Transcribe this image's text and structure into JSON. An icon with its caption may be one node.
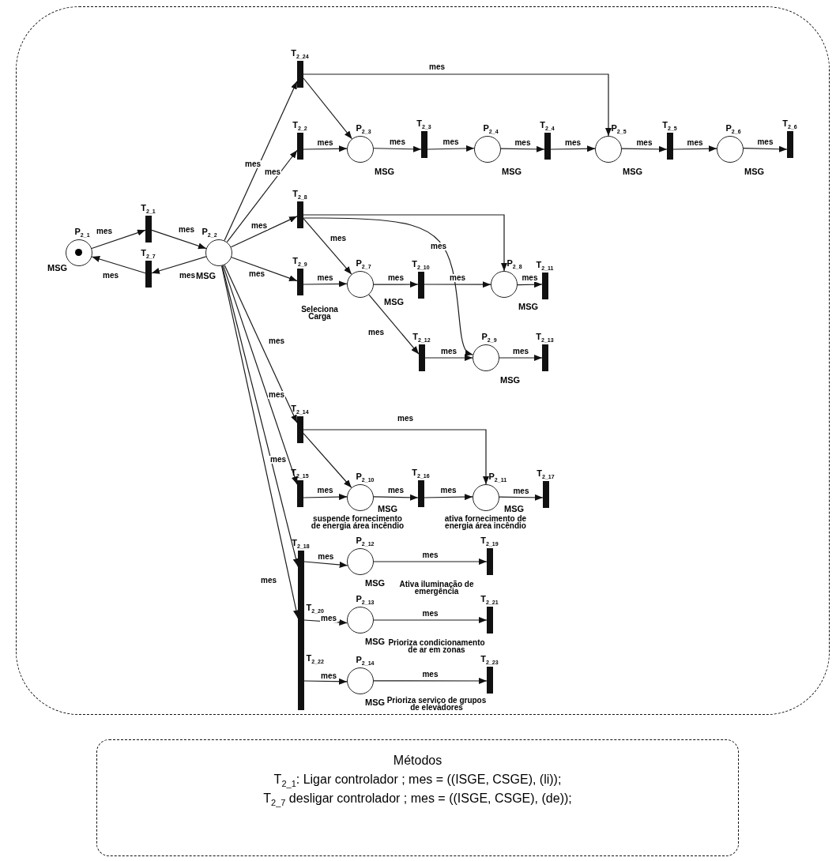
{
  "diagram": {
    "nodes": [
      {
        "text": [],
        "shape": "box"
      },
      {
        "text": [
          "P$_{2_1}$"
        ],
        "beside": [
          "MSG"
        ],
        "in": 0
      },
      {
        "text": [
          "T$_{2_1}$"
        ],
        "in": 0
      },
      {
        "text": [
          "T$_{2_7}$"
        ],
        "in": 0
      },
      {
        "text": [
          "P$_{2_2}$"
        ],
        "beside": [
          "MSG"
        ],
        "in": 0
      },
      {
        "text": [
          "T$_{2_24}$"
        ],
        "in": 0
      },
      {
        "text": [
          "T$_{2_2}$"
        ],
        "in": 0
      },
      {
        "text": [
          "P$_{2_3}$"
        ],
        "beside": [
          "MSG"
        ],
        "in": 0
      },
      {
        "text": [
          "T$_{2_3}$"
        ],
        "in": 0
      },
      {
        "text": [
          "P$_{2_4}$"
        ],
        "beside": [
          "MSG"
        ],
        "in": 0
      },
      {
        "text": [
          "T$_{2_4}$"
        ],
        "in": 0
      },
      {
        "text": [
          "P$_{2_5}$"
        ],
        "beside": [
          "MSG"
        ],
        "in": 0
      },
      {
        "text": [
          "T$_{2_5}$"
        ],
        "in": 0
      },
      {
        "text": [
          "P$_{2_6}$"
        ],
        "beside": [
          "MSG"
        ],
        "in": 0
      },
      {
        "text": [
          "T$_{2_6}$"
        ],
        "in": 0
      },
      {
        "text": [
          "T$_{2_8}$"
        ],
        "in": 0
      },
      {
        "text": [
          "T$_{2_9}$"
        ],
        "in": 0
      },
      {
        "text": [
          "P$_{2_7}$"
        ],
        "beside": [
          "MSG",
          "Seleciona Carga"
        ],
        "in": 0
      },
      {
        "text": [
          "T$_{2_10}$"
        ],
        "in": 0
      },
      {
        "text": [
          "P$_{2_8}$"
        ],
        "beside": [
          "MSG"
        ],
        "in": 0
      },
      {
        "text": [
          "T$_{2_11}$"
        ],
        "in": 0
      },
      {
        "text": [
          "T$_{2_12}$"
        ],
        "in": 0
      },
      {
        "text": [
          "P$_{2_9}$"
        ],
        "beside": [
          "MSG"
        ],
        "in": 0
      },
      {
        "text": [
          "T$_{2_13}$"
        ],
        "in": 0
      },
      {
        "text": [
          "T$_{2_14}$"
        ],
        "in": 0
      },
      {
        "text": [
          "T$_{2_15}$"
        ],
        "in": 0
      },
      {
        "text": [
          "P$_{2_10}$"
        ],
        "beside": [
          "MSG",
          "suspende fornecimento de energia área incêndio"
        ],
        "in": 0
      },
      {
        "text": [
          "T$_{2_16}$"
        ],
        "in": 0
      },
      {
        "text": [
          "P$_{2_11}$"
        ],
        "beside": [
          "MSG",
          "ativa fornecimento de energia área incêndio"
        ],
        "in": 0
      },
      {
        "text": [
          "T$_{2_17}$"
        ],
        "in": 0
      },
      {
        "text": [
          "T$_{2_18}$"
        ],
        "in": 0
      },
      {
        "text": [
          "P$_{2_12}$"
        ],
        "beside": [
          "MSG",
          "Ativa iluminação de emergência"
        ],
        "in": 0
      },
      {
        "text": [
          "T$_{2_19}$"
        ],
        "in": 0
      },
      {
        "text": [
          "T$_{2_20}$"
        ],
        "in": 0
      },
      {
        "text": [
          "P$_{2_13}$"
        ],
        "beside": [
          "MSG",
          "Prioriza condicionamento de ar em zonas"
        ],
        "in": 0
      },
      {
        "text": [
          "T$_{2_21}$"
        ],
        "in": 0
      },
      {
        "text": [
          "T$_{2_22}$"
        ],
        "in": 0
      },
      {
        "text": [
          "P$_{2_14}$"
        ],
        "beside": [
          "MSG",
          "Prioriza serviço de grupos de elevadores"
        ],
        "in": 0
      },
      {
        "text": [
          "T$_{2_23}$"
        ],
        "in": 0
      },
      {
        "text": [
          "Métodos",
          "T$_{2_1}$: Ligar controlador ; mes = ((ISGE, CSGE), (li));",
          "T$_{2_7}$ desligar controlador ; mes = ((ISGE, CSGE), (de));"
        ]
      }
    ],
    "edges": [
      {
        "from": 1,
        "to": 2,
        "arrow": "to",
        "label": "mes"
      },
      {
        "from": 2,
        "to": 4,
        "arrow": "to",
        "label": "mes"
      },
      {
        "from": 4,
        "to": 3,
        "arrow": "to",
        "label": "mes"
      },
      {
        "from": 3,
        "to": 1,
        "arrow": "to",
        "label": "mes"
      },
      {
        "from": 4,
        "to": 5,
        "arrow": "to",
        "label": "mes"
      },
      {
        "from": 4,
        "to": 6,
        "arrow": "to",
        "label": "mes"
      },
      {
        "from": 4,
        "to": 15,
        "arrow": "to",
        "label": "mes"
      },
      {
        "from": 4,
        "to": 16,
        "arrow": "to",
        "label": "mes"
      },
      {
        "from": 4,
        "to": 24,
        "arrow": "to",
        "label": "mes"
      },
      {
        "from": 4,
        "to": 25,
        "arrow": "to",
        "label": "mes"
      },
      {
        "from": 4,
        "to": 30,
        "arrow": "to",
        "label": "mes"
      },
      {
        "from": 4,
        "to": 33,
        "arrow": "to",
        "label": "mes"
      },
      {
        "from": 5,
        "to": 7,
        "arrow": "to"
      },
      {
        "from": 5,
        "to": 11,
        "arrow": "to",
        "label": "mes"
      },
      {
        "from": 6,
        "to": 7,
        "arrow": "to",
        "label": "mes"
      },
      {
        "from": 7,
        "to": 8,
        "arrow": "to",
        "label": "mes"
      },
      {
        "from": 8,
        "to": 9,
        "arrow": "to",
        "label": "mes"
      },
      {
        "from": 9,
        "to": 10,
        "arrow": "to",
        "label": "mes"
      },
      {
        "from": 10,
        "to": 11,
        "arrow": "to",
        "label": "mes"
      },
      {
        "from": 11,
        "to": 12,
        "arrow": "to",
        "label": "mes"
      },
      {
        "from": 12,
        "to": 13,
        "arrow": "to",
        "label": "mes"
      },
      {
        "from": 13,
        "to": 14,
        "arrow": "to",
        "label": "mes"
      },
      {
        "from": 15,
        "to": 17,
        "arrow": "to",
        "label": "mes"
      },
      {
        "from": 15,
        "to": 19,
        "arrow": "to"
      },
      {
        "from": 15,
        "to": 22,
        "arrow": "to",
        "label": "mes"
      },
      {
        "from": 16,
        "to": 17,
        "arrow": "to",
        "label": "mes"
      },
      {
        "from": 17,
        "to": 18,
        "arrow": "to",
        "label": "mes"
      },
      {
        "from": 18,
        "to": 19,
        "arrow": "to",
        "label": "mes"
      },
      {
        "from": 19,
        "to": 20,
        "arrow": "to",
        "label": "mes"
      },
      {
        "from": 17,
        "to": 21,
        "arrow": "to",
        "label": "mes"
      },
      {
        "from": 21,
        "to": 22,
        "arrow": "to",
        "label": "mes"
      },
      {
        "from": 22,
        "to": 23,
        "arrow": "to",
        "label": "mes"
      },
      {
        "from": 24,
        "to": 26,
        "arrow": "to"
      },
      {
        "from": 24,
        "to": 28,
        "arrow": "to",
        "label": "mes"
      },
      {
        "from": 25,
        "to": 26,
        "arrow": "to",
        "label": "mes"
      },
      {
        "from": 26,
        "to": 27,
        "arrow": "to",
        "label": "mes"
      },
      {
        "from": 27,
        "to": 28,
        "arrow": "to",
        "label": "mes"
      },
      {
        "from": 28,
        "to": 29,
        "arrow": "to",
        "label": "mes"
      },
      {
        "from": 30,
        "to": 31,
        "arrow": "to",
        "label": "mes"
      },
      {
        "from": 31,
        "to": 32,
        "arrow": "to",
        "label": "mes"
      },
      {
        "from": 33,
        "to": 34,
        "arrow": "to",
        "label": "mes"
      },
      {
        "from": 34,
        "to": 35,
        "arrow": "to",
        "label": "mes"
      },
      {
        "from": 36,
        "to": 37,
        "arrow": "to",
        "label": "mes"
      },
      {
        "from": 37,
        "to": 38,
        "arrow": "to",
        "label": "mes"
      }
    ]
  }
}
